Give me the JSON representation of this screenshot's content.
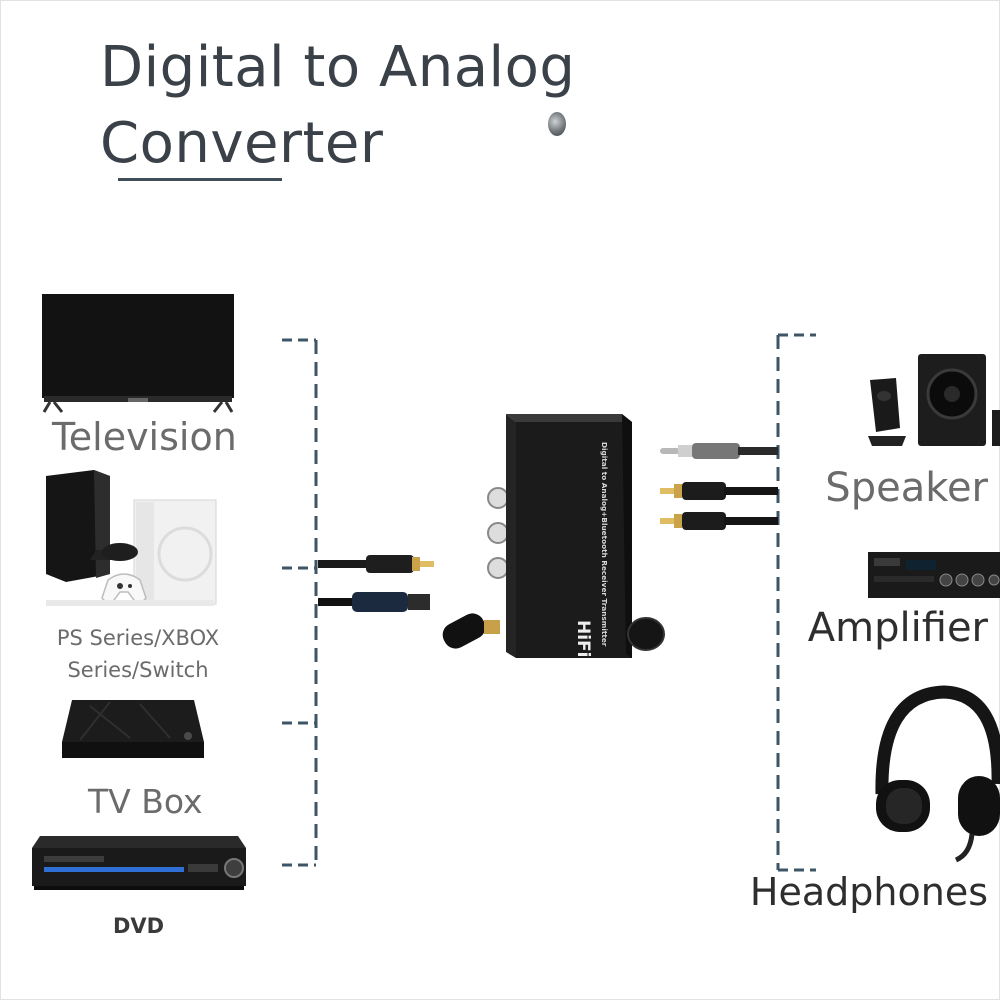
{
  "title": {
    "line1": "Digital to Analog",
    "line2": "Converter"
  },
  "sources": [
    {
      "label": "Television",
      "icon": "television-icon"
    },
    {
      "label": "PS Series/XBOX Series/Switch",
      "line1": "PS Series/XBOX",
      "line2": "Series/Switch",
      "icon": "game-console-icon"
    },
    {
      "label": "TV Box",
      "icon": "tv-box-icon"
    },
    {
      "label": "DVD",
      "icon": "dvd-player-icon"
    }
  ],
  "device": {
    "badge": "HiFi",
    "model_text": "Digital to Analog+Bluetooth Receiver Transmitter"
  },
  "outputs": [
    {
      "label": "Speaker",
      "icon": "speaker-icon"
    },
    {
      "label": "Amplifier",
      "icon": "amplifier-icon"
    },
    {
      "label": "Headphones",
      "icon": "headphones-icon"
    }
  ]
}
